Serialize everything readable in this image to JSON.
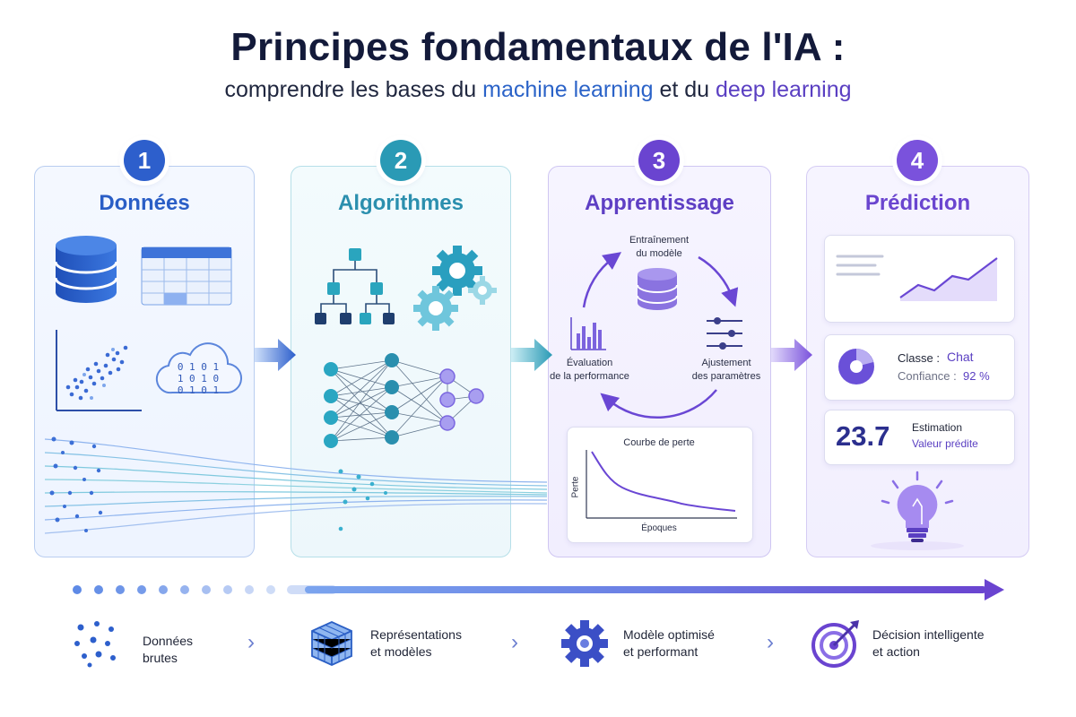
{
  "header": {
    "title": "Principes fondamentaux de l'IA :",
    "subtitle_part1": "comprendre les bases du ",
    "subtitle_hl1": "machine learning",
    "subtitle_part2": " et du ",
    "subtitle_hl2": "deep learning"
  },
  "steps": [
    {
      "number": "1",
      "title": "Données"
    },
    {
      "number": "2",
      "title": "Algorithmes"
    },
    {
      "number": "3",
      "title": "Apprentissage"
    },
    {
      "number": "4",
      "title": "Prédiction"
    }
  ],
  "data_card": {
    "binary_lines": [
      "0 1 0 1",
      "1 0 1 0",
      "0 1 0 1"
    ]
  },
  "learning_card": {
    "cycle_top": [
      "Entraînement",
      "du modèle"
    ],
    "cycle_left": [
      "Évaluation",
      "de la performance"
    ],
    "cycle_right": [
      "Ajustement",
      "des paramètres"
    ],
    "loss_title": "Courbe de perte",
    "loss_ylabel": "Perte",
    "loss_xlabel": "Époques"
  },
  "prediction_card": {
    "class_label": "Classe :",
    "class_value": "Chat",
    "confidence_label": "Confiance :",
    "confidence_value": "92 %",
    "estimate_value": "23.7",
    "estimate_label": "Estimation",
    "estimate_sub": "Valeur prédite"
  },
  "bottom_flow": [
    {
      "lines": [
        "Données",
        "brutes"
      ],
      "icon": "dots-icon"
    },
    {
      "lines": [
        "Représentations",
        "et modèles"
      ],
      "icon": "cube-grid-icon"
    },
    {
      "lines": [
        "Modèle optimisé",
        "et performant"
      ],
      "icon": "gear-icon"
    },
    {
      "lines": [
        "Décision intelligente",
        "et action"
      ],
      "icon": "target-icon"
    }
  ],
  "colors": {
    "blue": "#2d5fcc",
    "teal": "#2a9ab5",
    "purple": "#6a44d0",
    "violet": "#7a52dc"
  }
}
